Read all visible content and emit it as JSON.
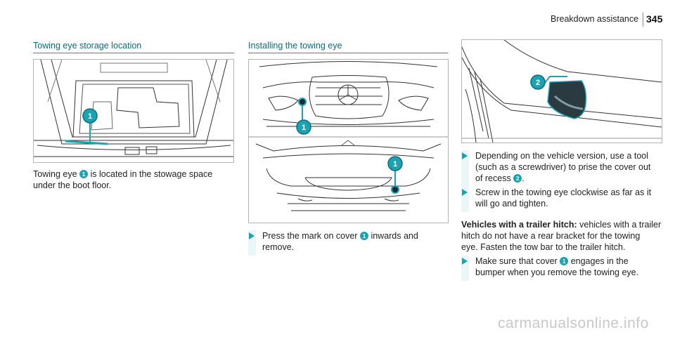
{
  "header": {
    "section": "Breakdown assistance",
    "page_number": "345"
  },
  "left": {
    "heading": "Towing eye storage location",
    "figure_callout": "1",
    "text_lines": [
      "Towing eye",
      "is located in the stowage space",
      "under the boot floor."
    ],
    "callout": "1"
  },
  "middle": {
    "heading": "Installing the towing eye",
    "figure_callout_top": "1",
    "figure_callout_bottom": "1",
    "step1": {
      "text_a": "Press the mark on cover",
      "callout": "1",
      "text_b": "inwards and",
      "text_c": "remove."
    }
  },
  "right": {
    "figure_callout": "2",
    "step1": {
      "line1": "Depending on the vehicle version, use a tool",
      "line2": "(such as a screwdriver) to prise the cover out",
      "line3a": "of recess",
      "callout": "2",
      "line3b": "."
    },
    "step2": {
      "line1": "Screw in the towing eye clockwise as far as it",
      "line2": "will go and tighten."
    },
    "note": {
      "label": "Vehicles with a trailer hitch:",
      "line1": "vehicles with a trailer",
      "line2": "hitch do not have a rear bracket for the towing",
      "line3": "eye. Fasten the tow bar to the trailer hitch."
    },
    "step3": {
      "line1a": "Make sure that cover",
      "callout": "1",
      "line1b": "engages in the",
      "line2": "bumper when you remove the towing eye."
    }
  },
  "watermark": "carmanualsonline.info",
  "colors": {
    "accent": "#1aa3b3",
    "heading": "#0a6b7f",
    "step_bar": "#eaf6f7"
  }
}
